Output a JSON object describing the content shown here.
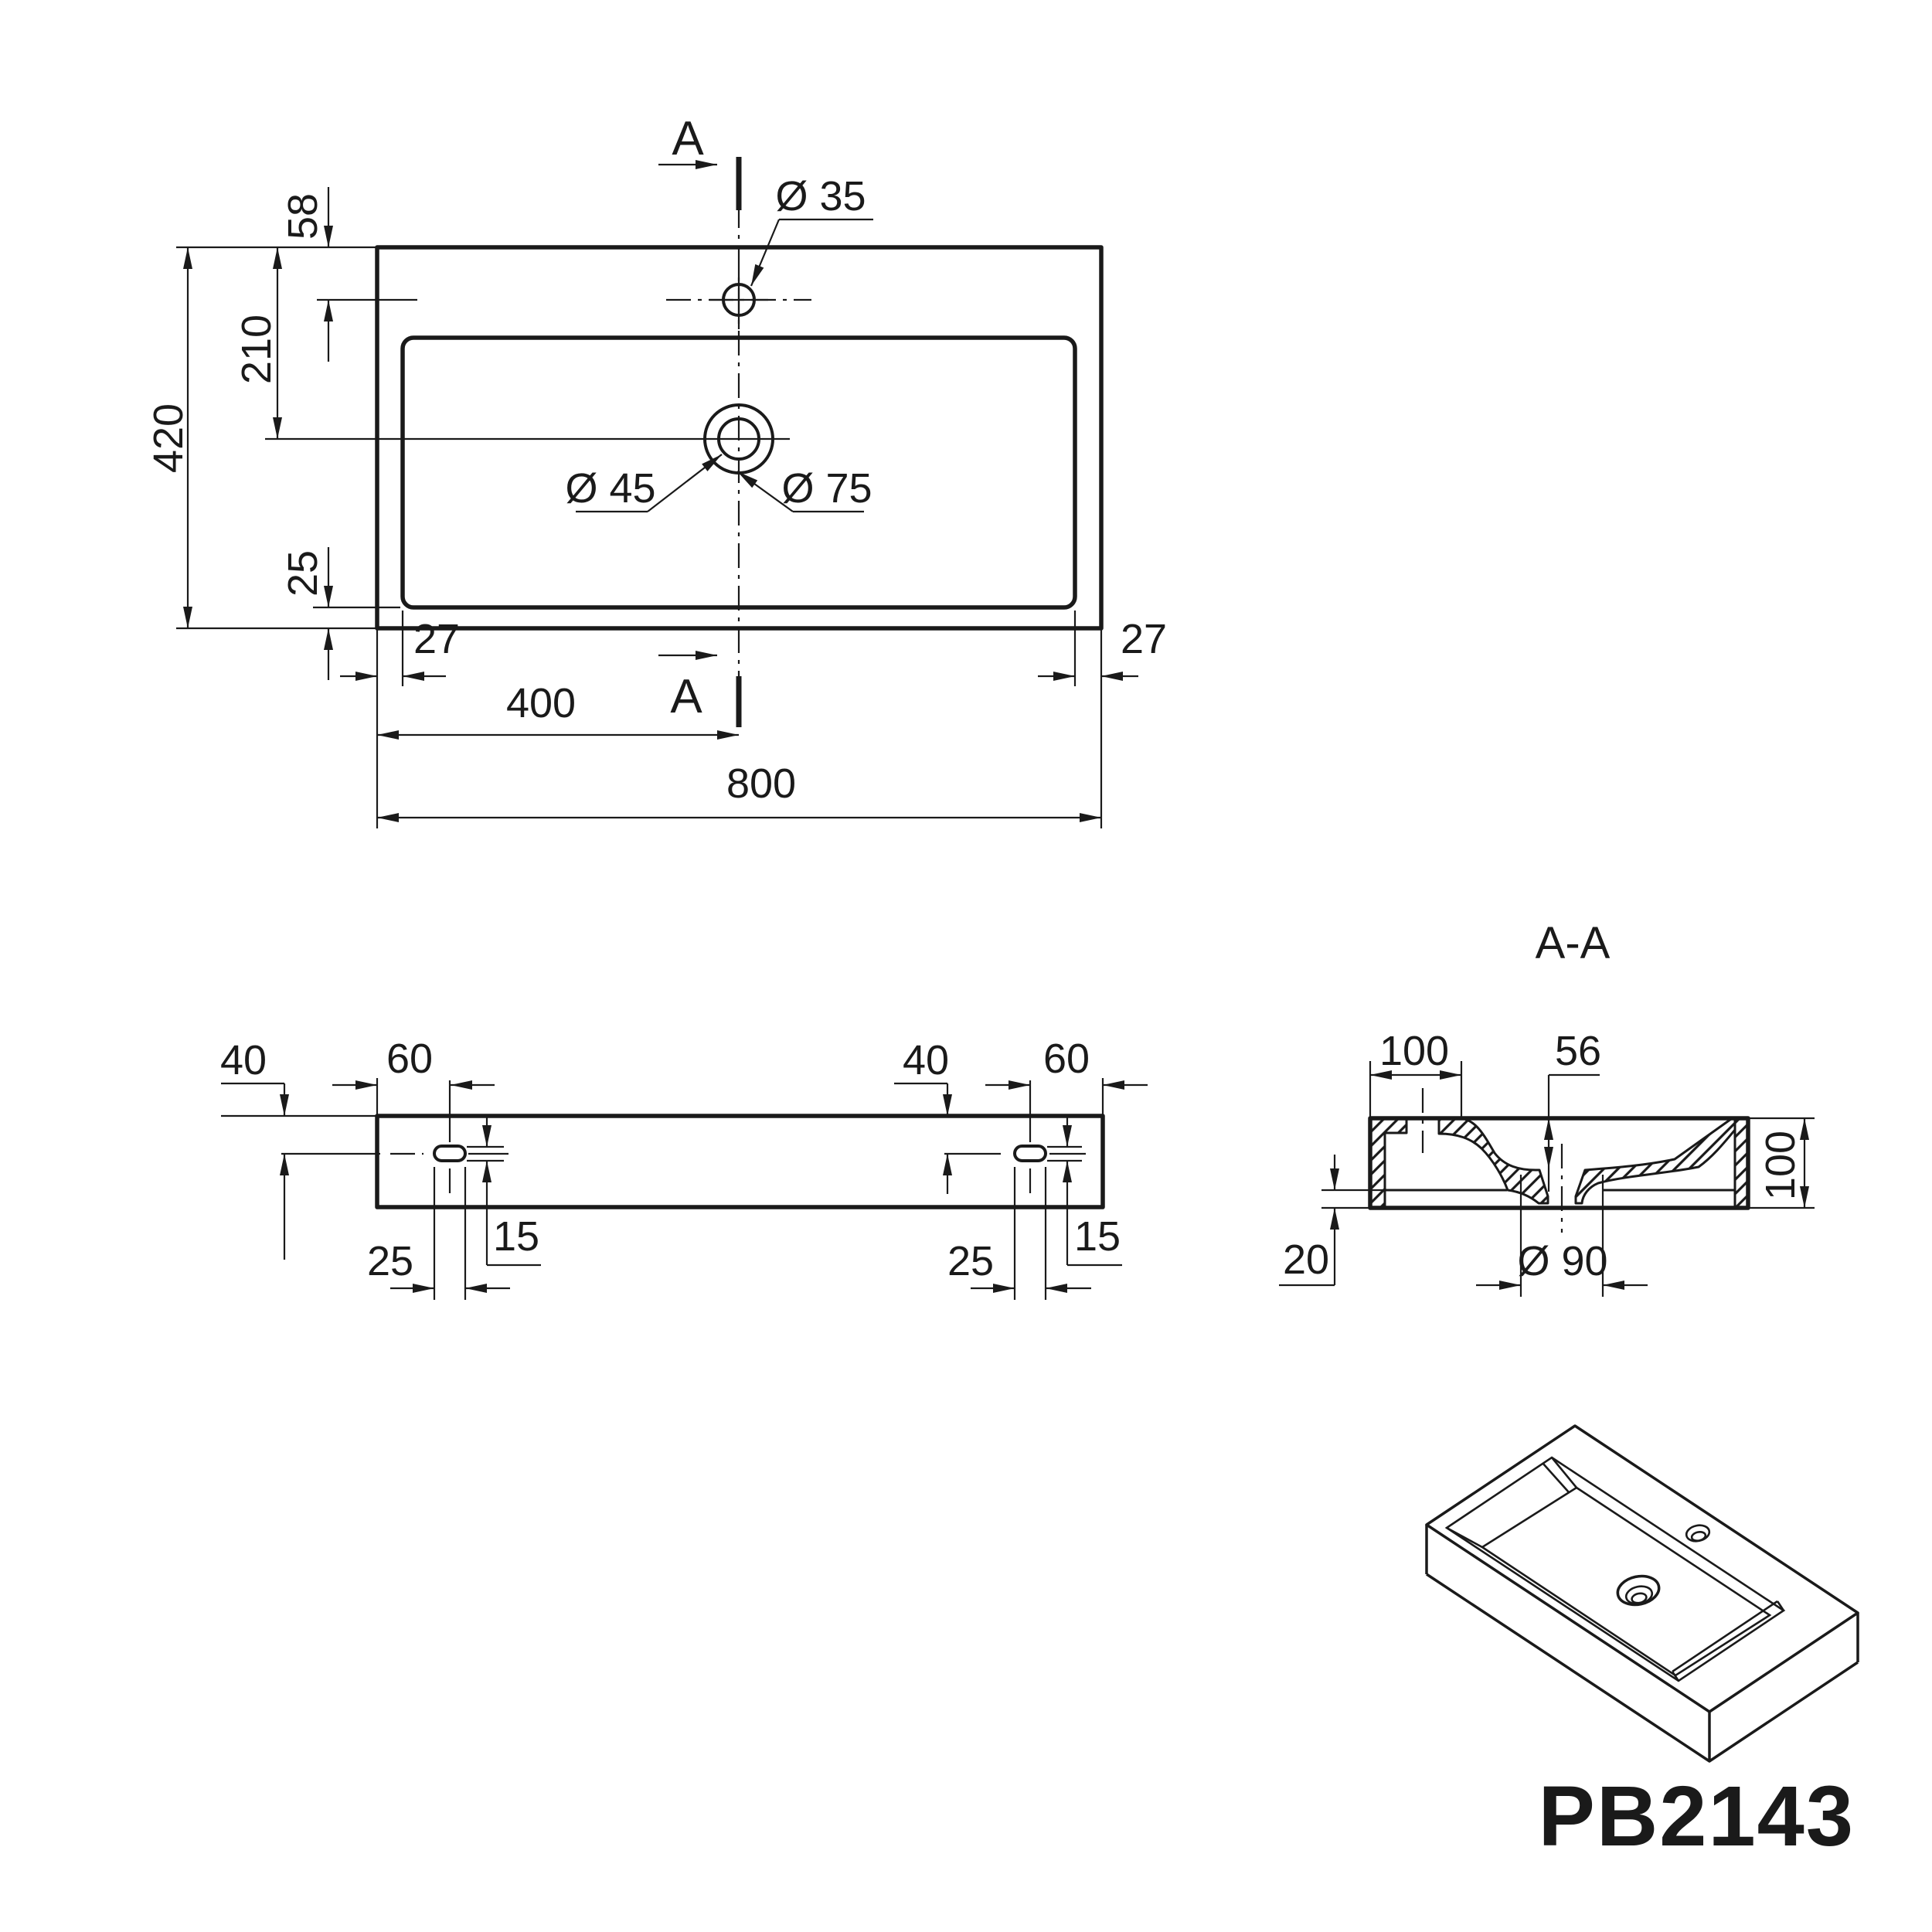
{
  "product": {
    "code": "PB2143"
  },
  "colors": {
    "line": "#1a1a1a",
    "background": "#ffffff"
  },
  "plan_view": {
    "section_arrow_top": "A",
    "section_arrow_bottom": "A",
    "dims": {
      "total_width": "800",
      "half_width": "400",
      "total_depth": "420",
      "drain_offset": "210",
      "faucet_offset": "58",
      "basin_bottom_margin": "25",
      "side_margin_left": "27",
      "side_margin_right": "27",
      "faucet_hole_diameter": "Ø 35",
      "drain_inner_diameter": "Ø 45",
      "drain_outer_diameter": "Ø 75"
    }
  },
  "front_view": {
    "dims": {
      "hole_top_offset_left": "40",
      "hole_edge_offset_left": "60",
      "slot_height_left": "15",
      "slot_width_left": "25",
      "hole_top_offset_right": "40",
      "hole_edge_offset_right": "60",
      "slot_height_right": "15",
      "slot_width_right": "25"
    }
  },
  "section_view": {
    "title": "A-A",
    "dims": {
      "deck_width": "100",
      "basin_depth": "56",
      "body_height": "100",
      "bottom_thickness": "20",
      "drain_diameter": "Ø 90"
    }
  }
}
